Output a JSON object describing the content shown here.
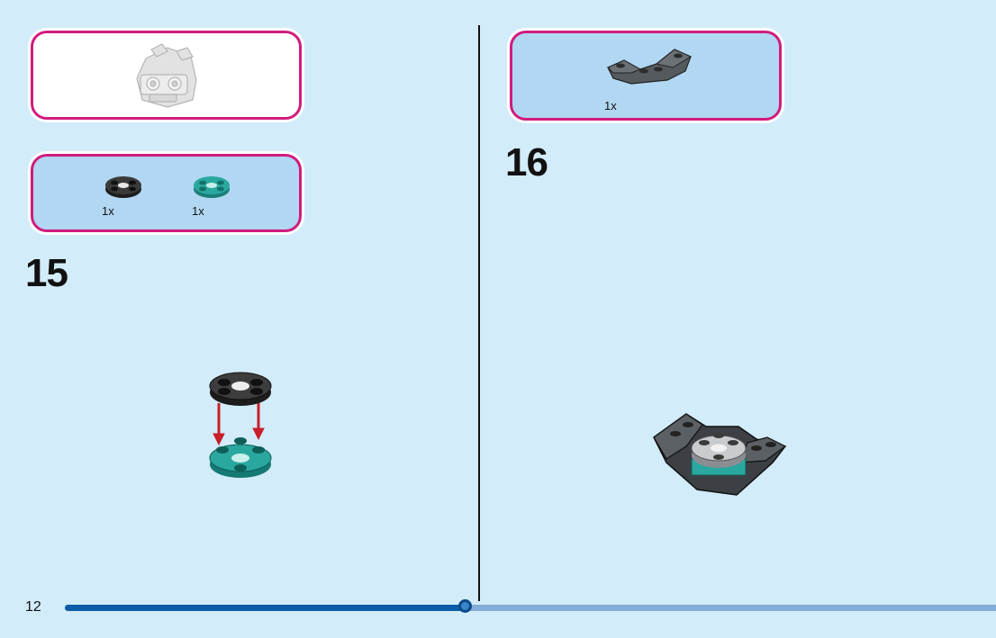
{
  "page": {
    "number": "12",
    "progress_fraction": 0.43
  },
  "steps": [
    {
      "number": "15",
      "context_preview": "grey-robot-head-model",
      "parts": [
        {
          "name": "round-plate-2x2-black",
          "color": "#2b2b2b",
          "qty": "1x"
        },
        {
          "name": "round-plate-2x2-teal",
          "color": "#2aa8a0",
          "qty": "1x"
        }
      ],
      "assembly": "black-round-plate-onto-teal-round-plate",
      "arrow_color": "#c8202a"
    },
    {
      "number": "16",
      "parts": [
        {
          "name": "inverted-slope-plate-dark-grey",
          "color": "#555a5e",
          "qty": "1x"
        }
      ],
      "assembly": "round-plate-stack-on-inverted-slope"
    }
  ],
  "colors": {
    "background": "#d3ecfa",
    "callout_border": "#d01c7e",
    "callout_fill": "#b1d7f2",
    "progress_done": "#0b5ca8",
    "progress_remaining": "#84acd8"
  }
}
